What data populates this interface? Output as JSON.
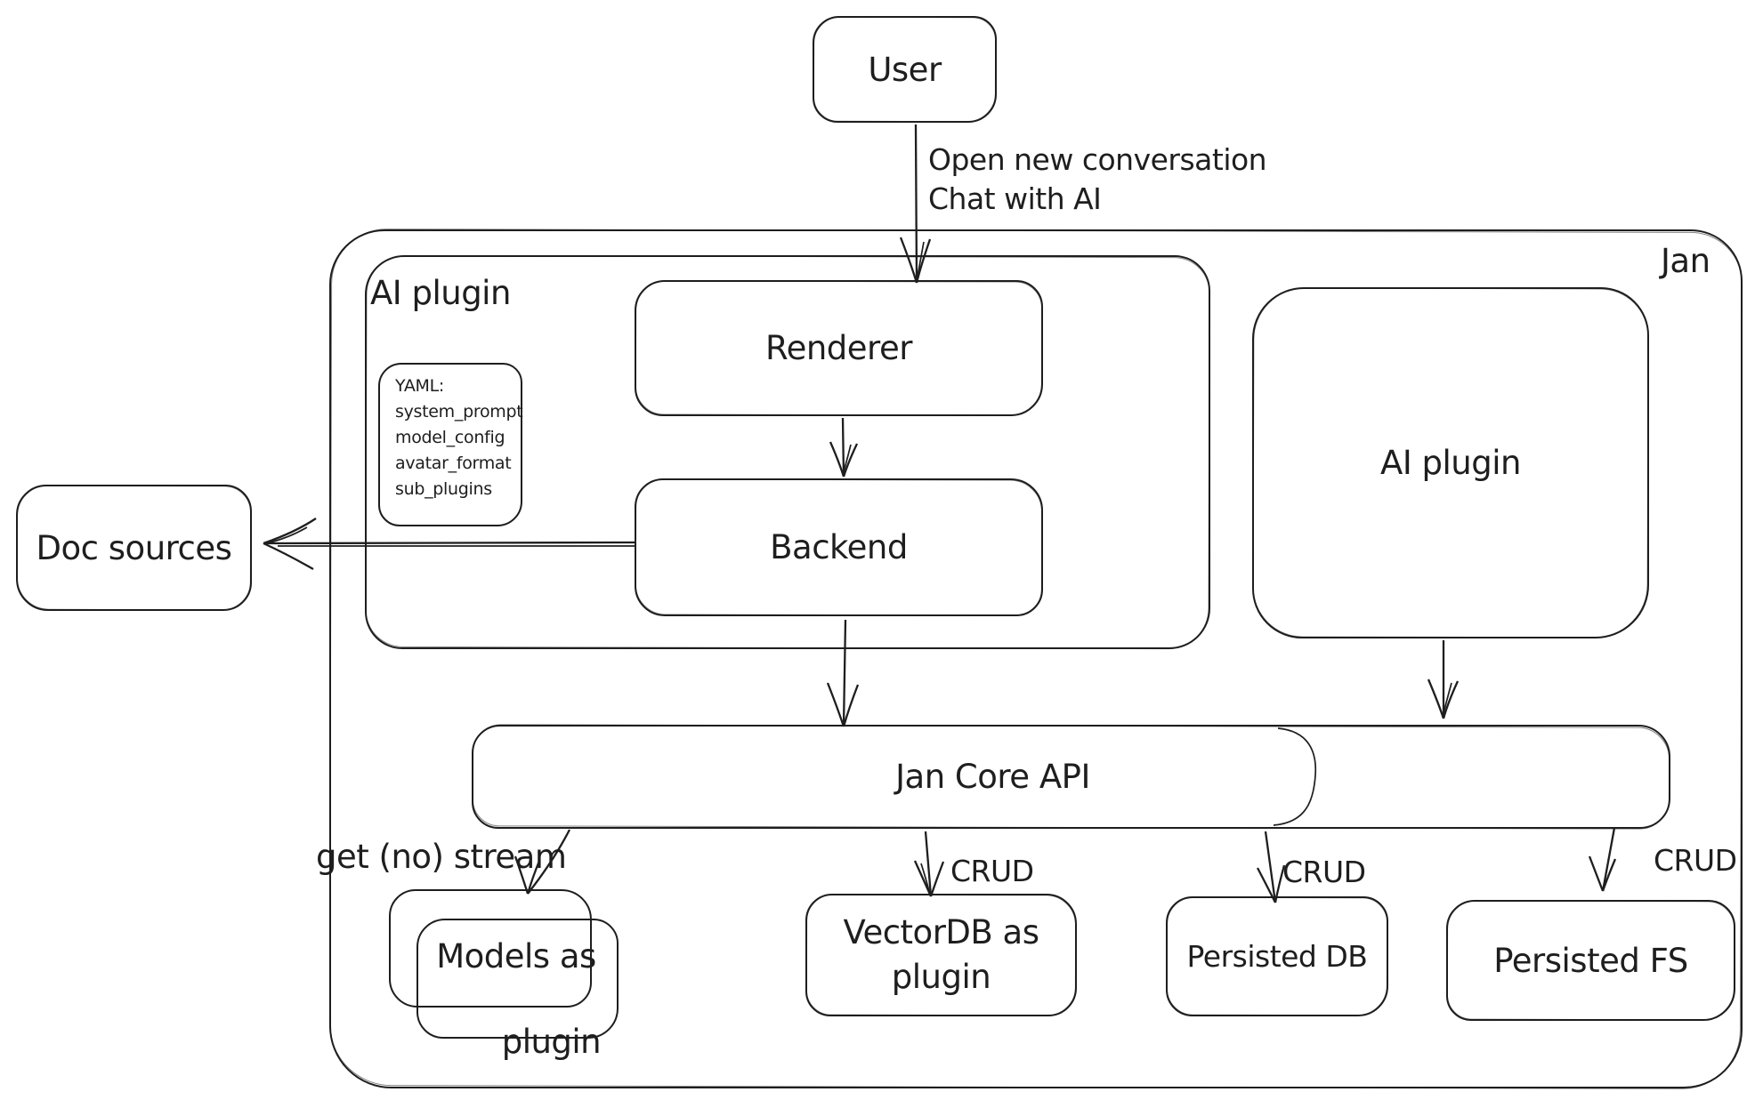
{
  "diagram": {
    "user": "User",
    "user_arrow": {
      "line1": "Open new conversation",
      "line2": "Chat with AI"
    },
    "jan_container_label": "Jan",
    "ai_plugin_container_label": "AI plugin",
    "yaml_note": {
      "title": "YAML:",
      "lines": [
        "system_prompt",
        "model_config",
        "avatar_format",
        "sub_plugins"
      ]
    },
    "renderer": "Renderer",
    "backend": "Backend",
    "doc_sources": "Doc sources",
    "ai_plugin_box": "AI plugin",
    "jan_core_api": "Jan Core API",
    "edge_labels": {
      "get_stream": "get (no) stream",
      "crud_vectordb": "CRUD",
      "crud_persisted_db": "CRUD",
      "crud_persisted_fs": "CRUD"
    },
    "models": {
      "line1": "Models as",
      "line2": "plugin"
    },
    "vectordb": {
      "line1": "VectorDB as",
      "line2": "plugin"
    },
    "persisted_db": "Persisted DB",
    "persisted_fs": "Persisted FS"
  },
  "colors": {
    "stroke": "#1e1e1e",
    "background": "#ffffff"
  }
}
